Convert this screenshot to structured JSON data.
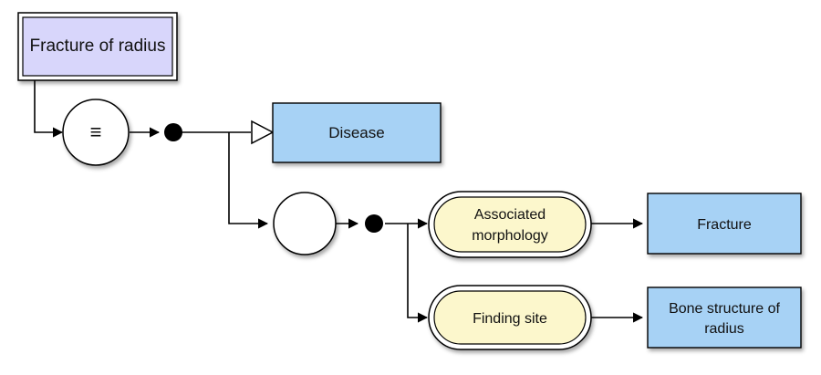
{
  "concept": {
    "label": "Fracture of radius"
  },
  "definition_symbol": "≡",
  "parent": {
    "label": "Disease"
  },
  "attributes": [
    {
      "name_line1": "Associated",
      "name_line2": "morphology",
      "value": "Fracture"
    },
    {
      "name": "Finding site",
      "value_line1": "Bone structure of",
      "value_line2": "radius"
    }
  ],
  "colors": {
    "defined_concept_fill": "#d8d6fb",
    "primitive_concept_fill": "#a7d2f5",
    "attribute_fill": "#fcf7cc",
    "stroke": "#000000"
  }
}
